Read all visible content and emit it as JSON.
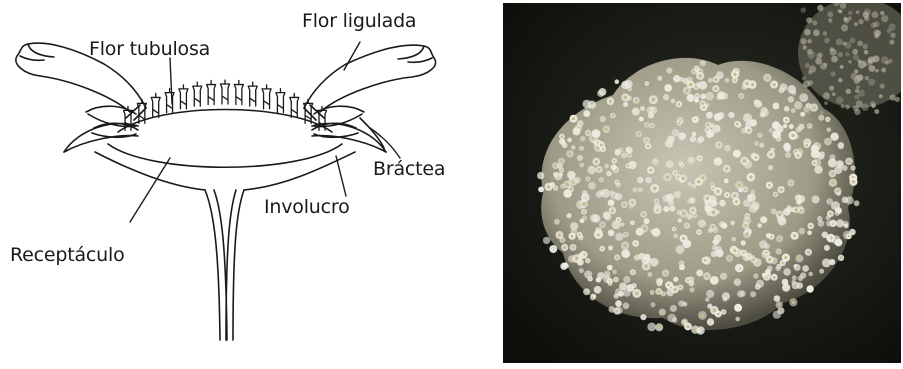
{
  "diagram": {
    "labels": {
      "flor_tubulosa": "Flor tubulosa",
      "flor_ligulada": "Flor ligulada",
      "bractea": "Bráctea",
      "involucro": "Involucro",
      "receptaculo": "Receptáculo"
    }
  },
  "photo": {
    "background_color": "#141611",
    "flower_color": "#ecebe0",
    "center_color": "#cbb98a"
  }
}
